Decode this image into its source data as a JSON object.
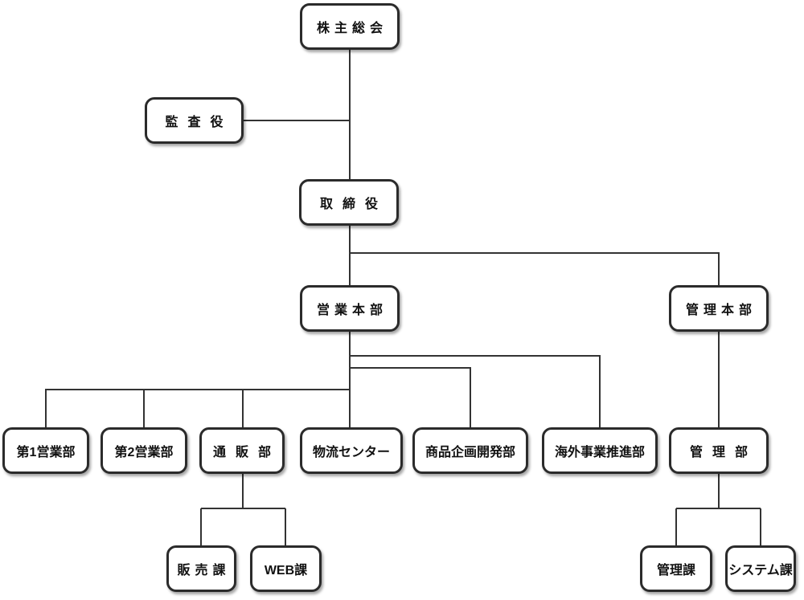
{
  "colors": {
    "background": "#ffffff",
    "box_fill": "#ffffff",
    "box_border": "#2b2b2b",
    "connector_line": "#333333",
    "text": "#111111"
  },
  "org_chart": {
    "type": "organizational-chart",
    "nodes": [
      {
        "id": "shareholders-meeting",
        "label": "株主総会",
        "level": 0
      },
      {
        "id": "auditor",
        "label": "監査役",
        "level": 1
      },
      {
        "id": "board-of-directors",
        "label": "取締役",
        "level": 1
      },
      {
        "id": "sales-headquarters",
        "label": "営業本部",
        "level": 2
      },
      {
        "id": "admin-headquarters",
        "label": "管理本部",
        "level": 2
      },
      {
        "id": "sales-dept-1",
        "label": "第1営業部",
        "level": 3
      },
      {
        "id": "sales-dept-2",
        "label": "第2営業部",
        "level": 3
      },
      {
        "id": "mail-order-dept",
        "label": "通販部",
        "level": 3
      },
      {
        "id": "logistics-center",
        "label": "物流センター",
        "level": 3
      },
      {
        "id": "product-planning-development-dept",
        "label": "商品企画開発部",
        "level": 3
      },
      {
        "id": "overseas-business-promotion-dept",
        "label": "海外事業推進部",
        "level": 3
      },
      {
        "id": "admin-dept",
        "label": "管理部",
        "level": 3
      },
      {
        "id": "sales-section",
        "label": "販売課",
        "level": 4
      },
      {
        "id": "web-section",
        "label": "WEB課",
        "level": 4
      },
      {
        "id": "admin-section",
        "label": "管理課",
        "level": 4
      },
      {
        "id": "system-section",
        "label": "システム課",
        "level": 4
      }
    ],
    "edges": [
      {
        "from": "shareholders-meeting",
        "to": "auditor",
        "type": "lateral"
      },
      {
        "from": "shareholders-meeting",
        "to": "board-of-directors",
        "type": "reports"
      },
      {
        "from": "board-of-directors",
        "to": "sales-headquarters",
        "type": "reports"
      },
      {
        "from": "board-of-directors",
        "to": "admin-headquarters",
        "type": "reports"
      },
      {
        "from": "sales-headquarters",
        "to": "sales-dept-1",
        "type": "reports"
      },
      {
        "from": "sales-headquarters",
        "to": "sales-dept-2",
        "type": "reports"
      },
      {
        "from": "sales-headquarters",
        "to": "mail-order-dept",
        "type": "reports"
      },
      {
        "from": "sales-headquarters",
        "to": "logistics-center",
        "type": "reports"
      },
      {
        "from": "sales-headquarters",
        "to": "product-planning-development-dept",
        "type": "reports"
      },
      {
        "from": "sales-headquarters",
        "to": "overseas-business-promotion-dept",
        "type": "reports"
      },
      {
        "from": "admin-headquarters",
        "to": "admin-dept",
        "type": "reports"
      },
      {
        "from": "mail-order-dept",
        "to": "sales-section",
        "type": "reports"
      },
      {
        "from": "mail-order-dept",
        "to": "web-section",
        "type": "reports"
      },
      {
        "from": "admin-dept",
        "to": "admin-section",
        "type": "reports"
      },
      {
        "from": "admin-dept",
        "to": "system-section",
        "type": "reports"
      }
    ]
  }
}
